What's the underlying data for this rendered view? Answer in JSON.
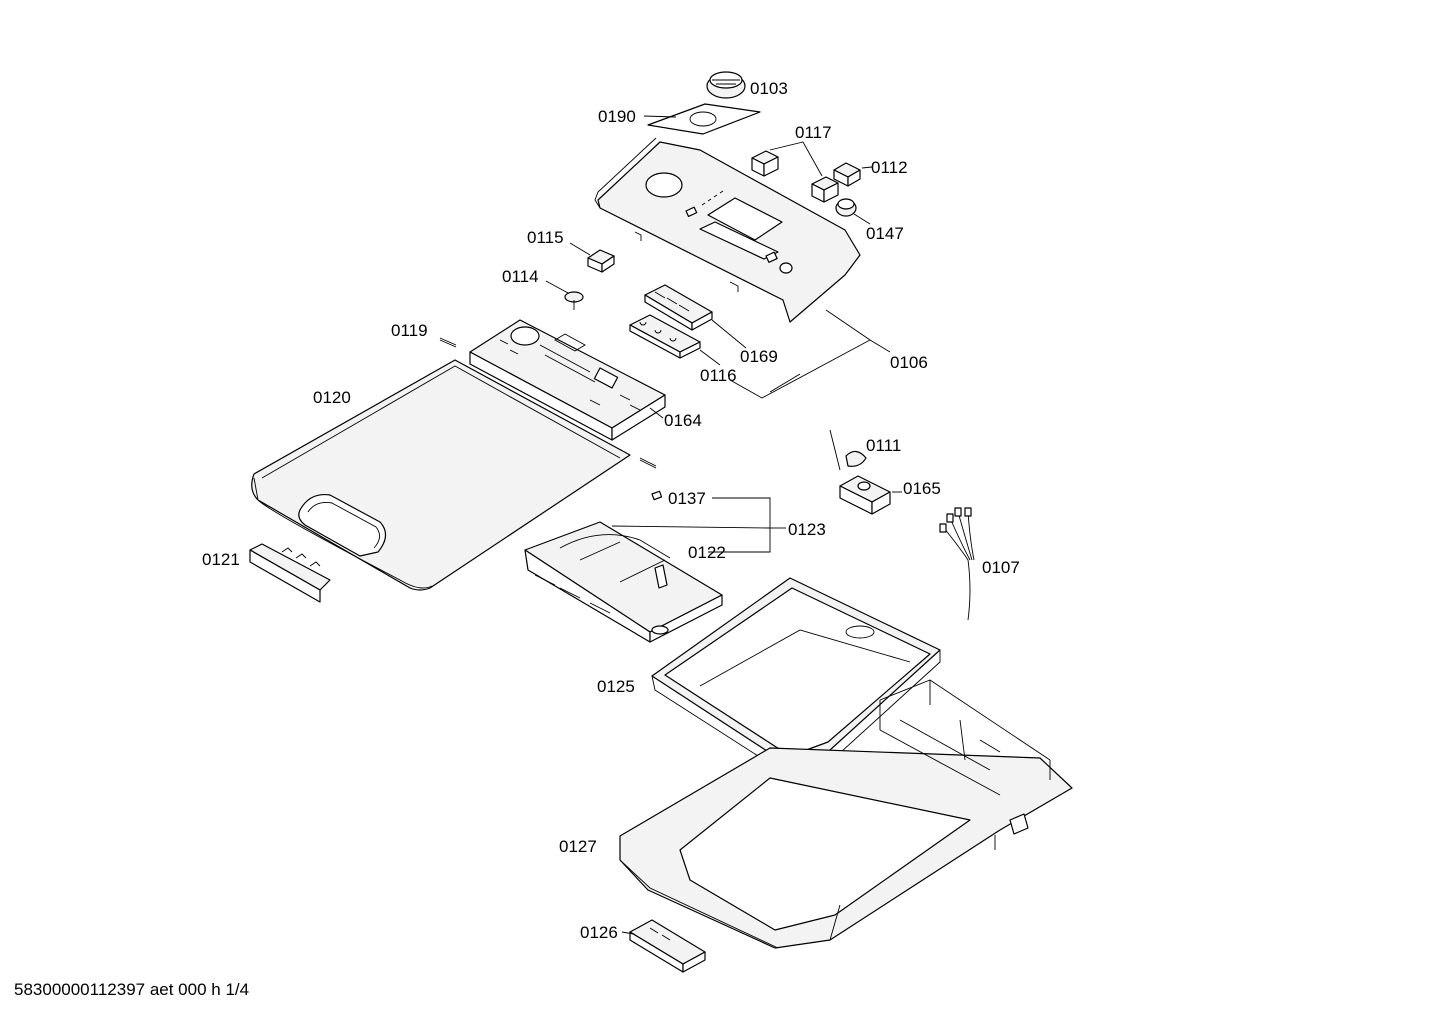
{
  "labels": {
    "p0103": "0103",
    "p0190": "0190",
    "p0117": "0117",
    "p0112": "0112",
    "p0147": "0147",
    "p0115": "0115",
    "p0114": "0114",
    "p0119": "0119",
    "p0169": "0169",
    "p0116": "0116",
    "p0106": "0106",
    "p0120": "0120",
    "p0164": "0164",
    "p0111": "0111",
    "p0165": "0165",
    "p0137": "0137",
    "p0123": "0123",
    "p0122": "0122",
    "p0121": "0121",
    "p0107": "0107",
    "p0125": "0125",
    "p0127": "0127",
    "p0126": "0126"
  },
  "footer": "58300000112397 aet 000 h 1/4"
}
